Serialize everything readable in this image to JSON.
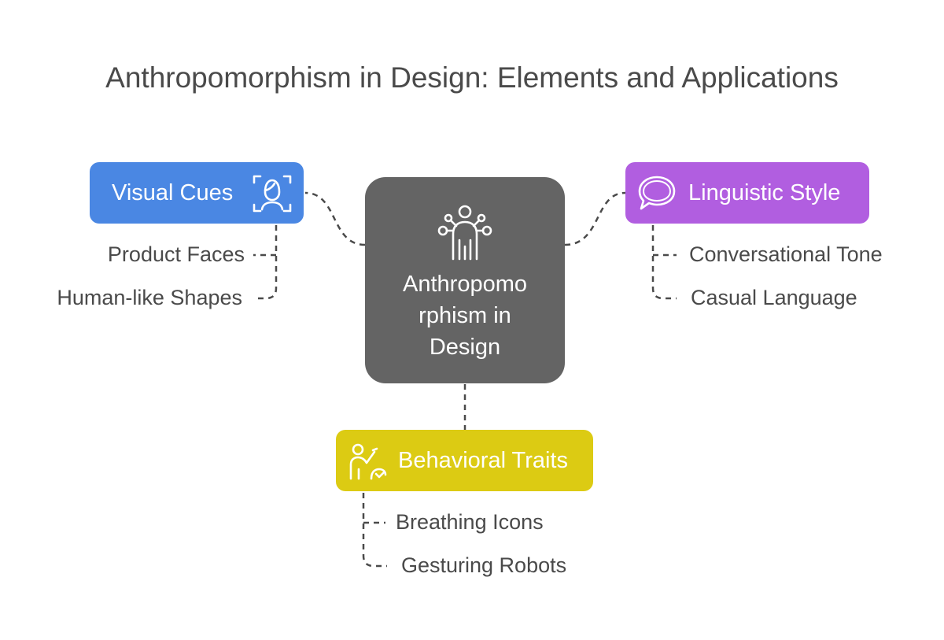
{
  "title": "Anthropomorphism in Design: Elements and Applications",
  "center": {
    "label_line1": "Anthropomo",
    "label_line2": "rphism in",
    "label_line3": "Design",
    "icon": "person-network-icon"
  },
  "branches": {
    "visual": {
      "label": "Visual Cues",
      "icon": "face-scan-icon",
      "color": "#4a87e3",
      "items": [
        "Product Faces",
        "Human-like Shapes"
      ]
    },
    "linguistic": {
      "label": "Linguistic Style",
      "icon": "speech-bubble-icon",
      "color": "#b15ee0",
      "items": [
        "Conversational Tone",
        "Casual Language"
      ]
    },
    "behavioral": {
      "label": "Behavioral Traits",
      "icon": "person-gesture-icon",
      "color": "#dccb13",
      "items": [
        "Breathing Icons",
        "Gesturing Robots"
      ]
    }
  },
  "colors": {
    "center": "#646464",
    "text": "#4a4a4a",
    "connector": "#4a4a4a"
  }
}
